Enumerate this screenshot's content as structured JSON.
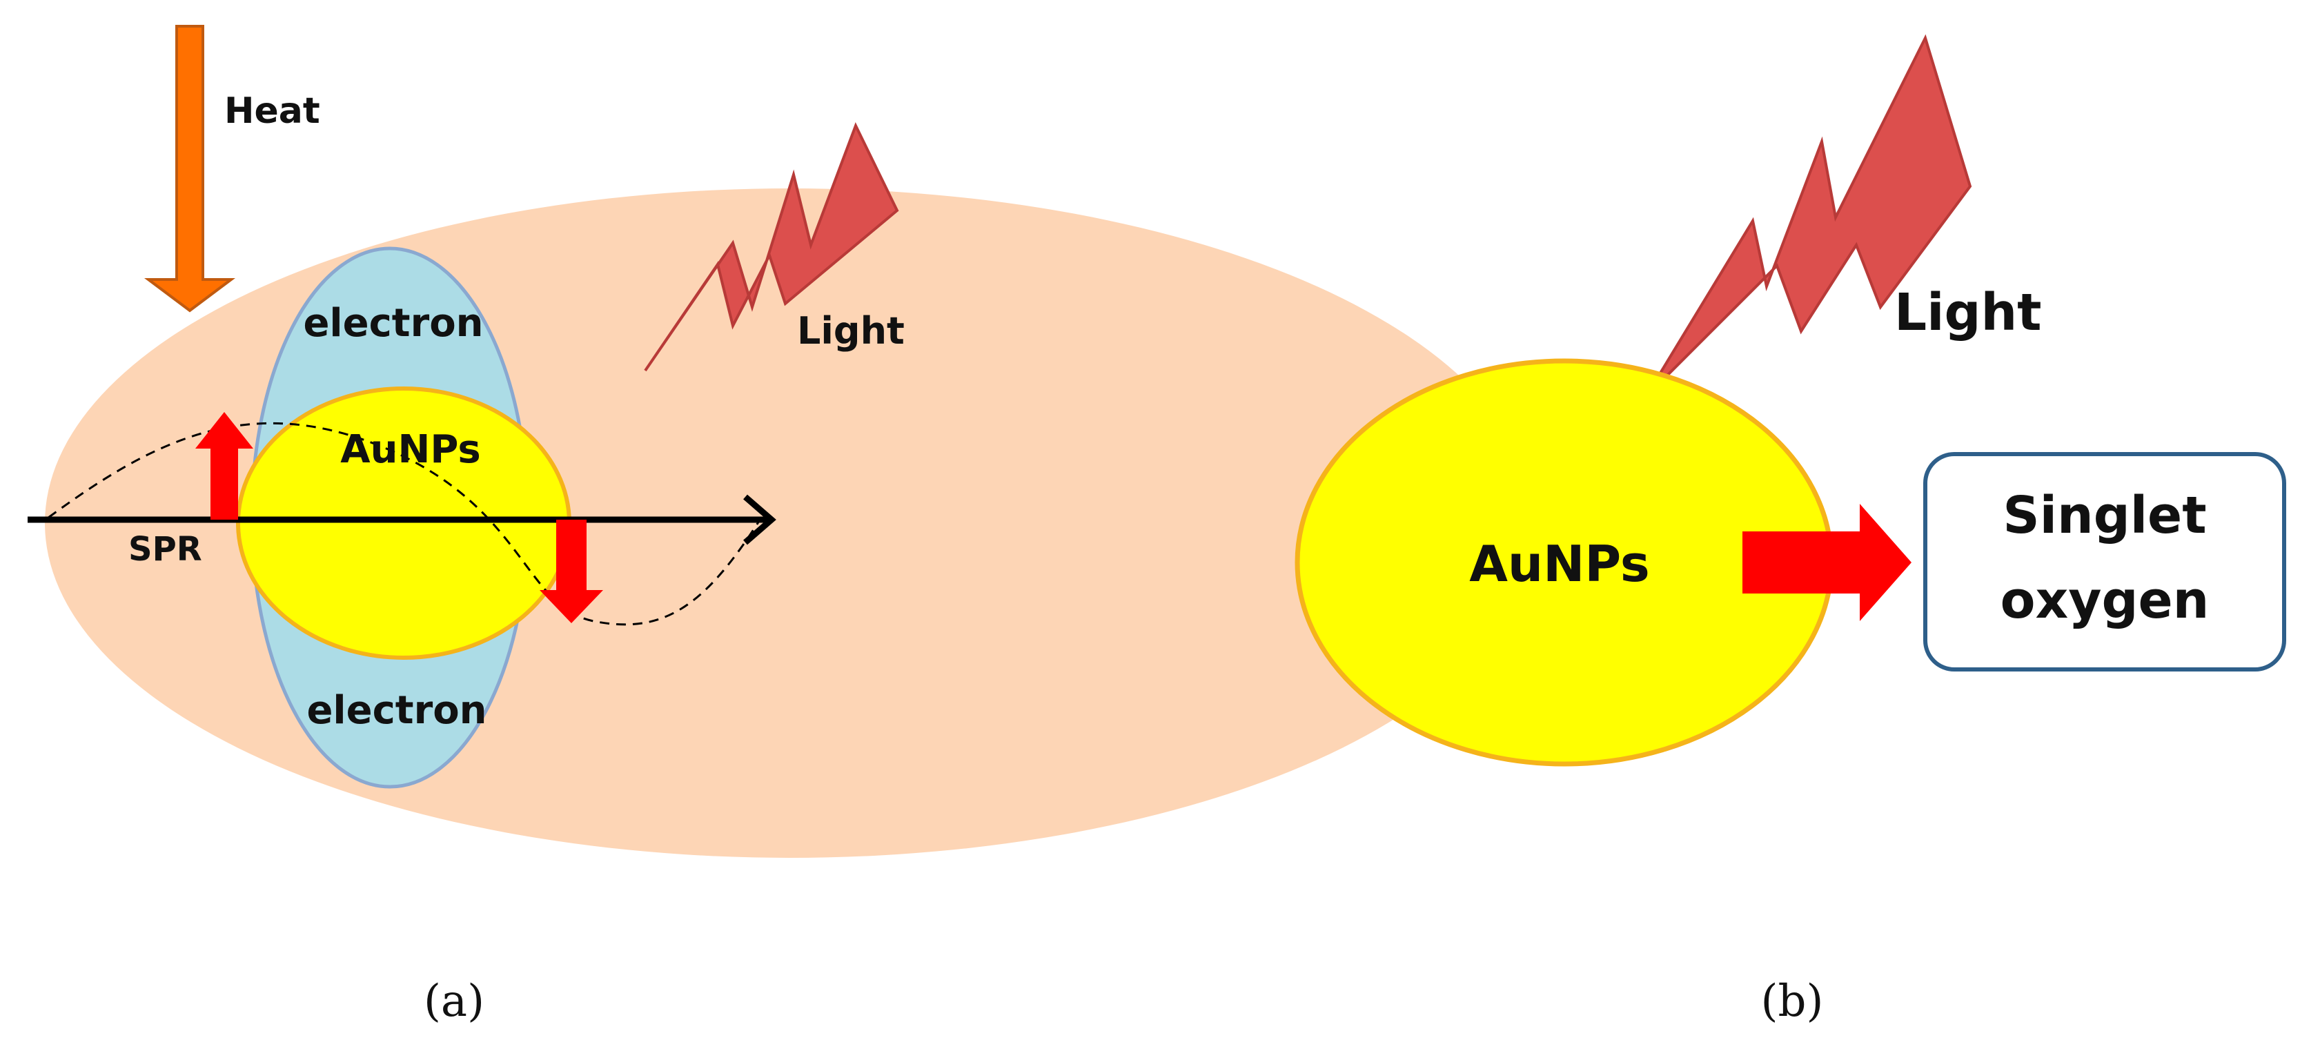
{
  "panel_a": {
    "heat_label": "Heat",
    "light_label": "Light",
    "electron_top_label": "electron",
    "electron_bottom_label": "electron",
    "core_label": "AuNPs",
    "spr_label": "SPR",
    "caption": "(a)"
  },
  "panel_b": {
    "light_label": "Light",
    "core_label": "AuNPs",
    "product_label_line1": "Singlet",
    "product_label_line2": "oxygen",
    "caption": "(b)"
  },
  "colors": {
    "halo": "#fdd5b5",
    "electron_cloud": "#acdce6",
    "electron_cloud_stroke": "#8aa8d0",
    "gold_core": "#ffff00",
    "gold_core_stroke": "#f5b31a",
    "heat_arrow": "#ff7000",
    "heat_arrow_stroke": "#c05a10",
    "lightning": "#dc4f4d",
    "lightning_stroke": "#b83a38",
    "red_arrow": "#ff0000",
    "axis": "#000000",
    "box_stroke": "#2e5f8a"
  },
  "icons": {
    "heat": "heat-arrow-icon",
    "light": "lightning-bolt-icon"
  }
}
